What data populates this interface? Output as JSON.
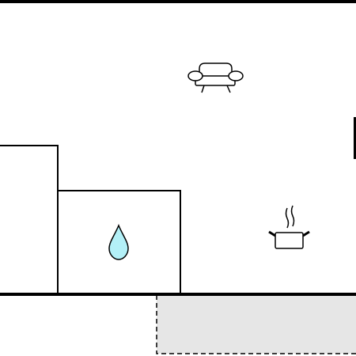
{
  "floorplan": {
    "rooms": [
      {
        "id": "left-room",
        "icon": null
      },
      {
        "id": "bathroom",
        "icon": "water-drop-icon"
      },
      {
        "id": "living-area",
        "icons": [
          "sofa-icon",
          "cooking-pot-icon"
        ]
      },
      {
        "id": "outdoor-area",
        "style": "dashed",
        "fill": "#e6e6e6"
      }
    ],
    "colors": {
      "wall": "#000000",
      "water": "#b3f0f7",
      "outdoor_fill": "#e6e6e6",
      "background": "#ffffff"
    }
  }
}
